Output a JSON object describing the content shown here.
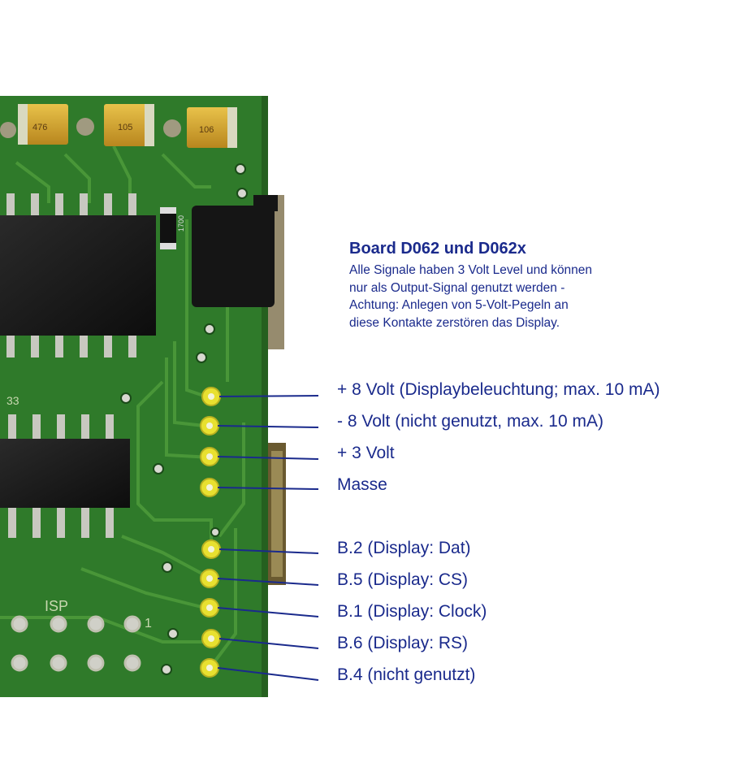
{
  "header": {
    "title": "Board D062 und D062x",
    "description_lines": [
      "Alle Signale haben 3 Volt Level und können",
      "nur als Output-Signal genutzt werden -",
      "Achtung: Anlegen von 5-Volt-Pegeln an",
      "diese Kontakte zerstören das Display."
    ]
  },
  "pins": [
    {
      "label": "+ 8 Volt (Displaybeleuchtung; max. 10 mA)"
    },
    {
      "label": "- 8 Volt (nicht genutzt, max. 10 mA)"
    },
    {
      "label": "+ 3 Volt"
    },
    {
      "label": "Masse"
    },
    {
      "label": "B.2 (Display: Dat)"
    },
    {
      "label": "B.5 (Display: CS)"
    },
    {
      "label": "B.1 (Display: Clock)"
    },
    {
      "label": "B.6 (Display: RS)"
    },
    {
      "label": "B.4 (nicht genutzt)"
    }
  ],
  "board_marks": {
    "silkscreen_isp": "ISP",
    "silkscreen_33": "33",
    "silkscreen_1": "1",
    "capacitor_labels": [
      "476",
      "105",
      "106"
    ],
    "resistor_label": "1700"
  },
  "colors": {
    "label_text": "#1a2a8c",
    "pcb_green": "#2f7a2a",
    "pad_yellow": "#e8e030"
  }
}
